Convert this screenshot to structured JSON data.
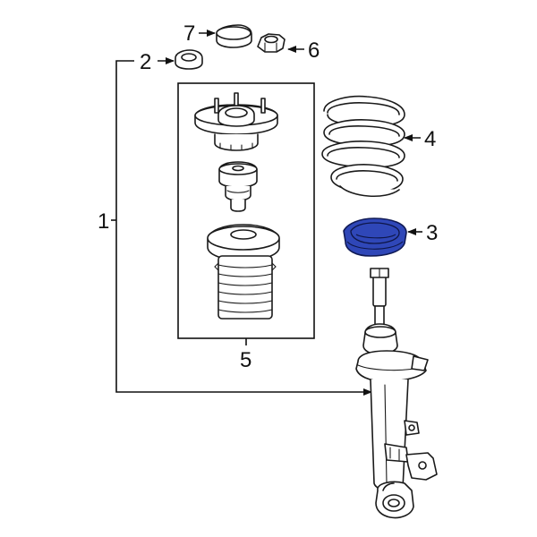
{
  "diagram": {
    "callouts": [
      {
        "id": "1",
        "text": "1"
      },
      {
        "id": "2",
        "text": "2"
      },
      {
        "id": "3",
        "text": "3"
      },
      {
        "id": "4",
        "text": "4"
      },
      {
        "id": "5",
        "text": "5"
      },
      {
        "id": "6",
        "text": "6"
      },
      {
        "id": "7",
        "text": "7"
      }
    ],
    "highlight_color": "#2f47b8",
    "line_color": "#111111"
  }
}
